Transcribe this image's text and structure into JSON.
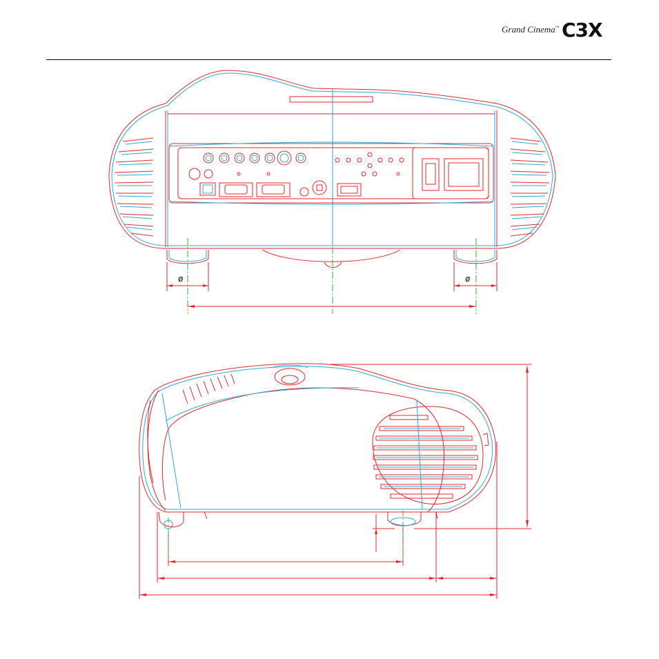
{
  "header": {
    "brand_script": "Grand Cinema",
    "brand_tm": "™",
    "model": "C3X"
  },
  "front_view": {
    "foot_diameter_symbol": "ø"
  },
  "colors": {
    "outline_red": "#e4262b",
    "outline_blue": "#29a8df",
    "centerline_green": "#3aaa35",
    "rule": "#000000"
  }
}
